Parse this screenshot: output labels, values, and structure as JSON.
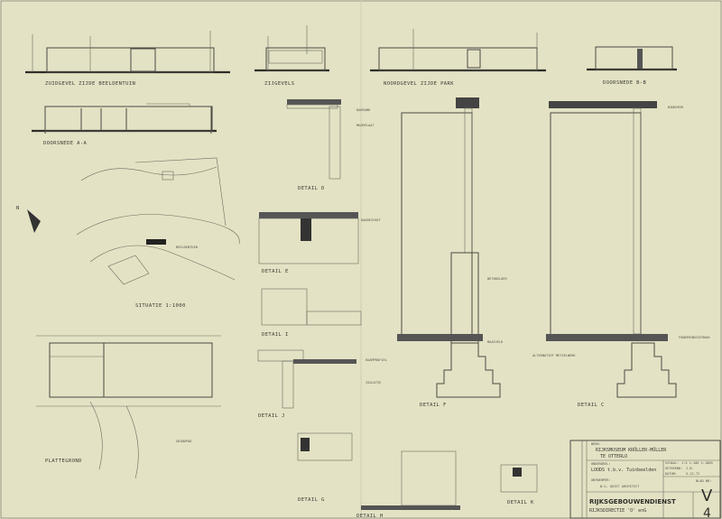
{
  "drawing": {
    "views": {
      "south_elevation": "ZUIDGEVEL ZIJDE BEELDENTUIN",
      "side_elevations": "ZIJGEVELS",
      "north_elevation": "NOORDGEVEL ZIJDE PARK",
      "section_bb": "DOORSNEDE B-B",
      "section_aa": "DOORSNEDE A-A",
      "site_plan": "SITUATIE 1:1000",
      "floor_plan": "PLATTEGROND",
      "detail_d": "DETAIL D",
      "detail_e": "DETAIL E",
      "detail_i": "DETAIL I",
      "detail_j": "DETAIL J",
      "detail_g": "DETAIL G",
      "detail_h": "DETAIL H",
      "detail_f": "DETAIL F",
      "detail_c": "DETAIL C",
      "detail_k": "DETAIL K"
    },
    "north_arrow": "N",
    "notes": {
      "dakrand": "DAKRAND",
      "windveer": "WINDVEER",
      "muurplaat": "MUURPLAAT",
      "raamprofiel": "RAAMPROFIEL",
      "betonvloer": "BETONVLOER",
      "maaiveld": "MAAIVELD",
      "grindpad": "GRINDPAD",
      "beeldentuin": "BEELDENTUIN",
      "isolatie": "ISOLATIE",
      "dakbeschot": "DAKBESCHOT",
      "funderingsstrook": "FUNDERINGSSTROOK",
      "schets": "ALTERNATIEF METSELWERK"
    },
    "title_block": {
      "werk_label": "WERK:",
      "werk": "RIJKSMUSEUM KRÖLLER-MÜLLER",
      "werk_place": "TE OTTERLO",
      "onderdeel_label": "ONDERDEEL:",
      "onderdeel": "LOODS t.b.v. Tuinbeelden",
      "ontwerper_label": "ONTWERPER:",
      "ontwerper": "W.G. QUIST ARCHITECT",
      "schaal_label": "SCHAAL:",
      "schaal": "1:5 1:100 1:1000",
      "getekend_label": "GETEKEND:",
      "getekend": "I.B.",
      "datum_label": "DATUM:",
      "datum": "5-12-72",
      "blad_label": "BLAD NR:",
      "sheet_letter": "V",
      "sheet_number": "4",
      "agency": "RIJKSGEBOUWENDIENST",
      "directorate": "RIJKSDIRECTIE 'O' enG"
    }
  }
}
